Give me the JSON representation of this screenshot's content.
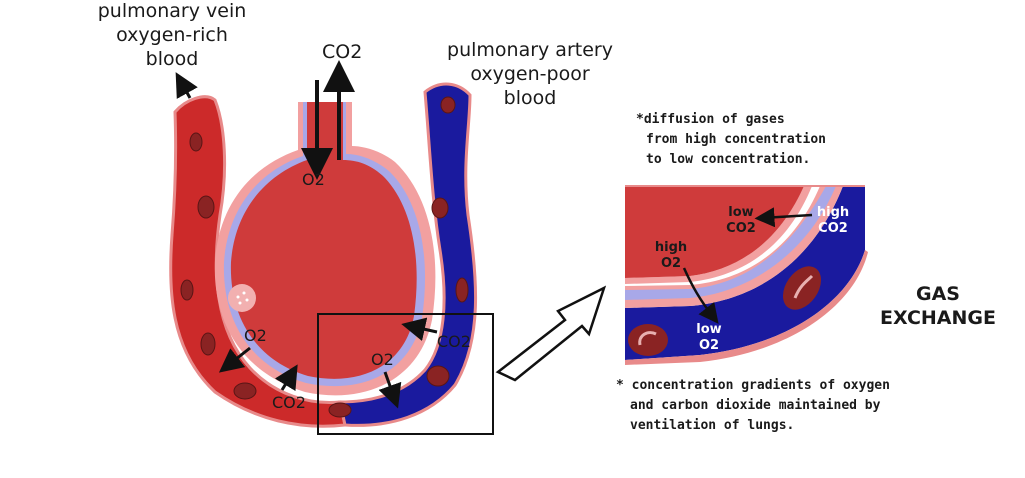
{
  "labels": {
    "pulmonary_vein": [
      "pulmonary vein",
      "oxygen-rich",
      "blood"
    ],
    "pulmonary_artery": [
      "pulmonary artery",
      "oxygen-poor",
      "blood"
    ],
    "top_co2": "CO2",
    "top_o2": "O2",
    "left_o2": "O2",
    "left_co2": "CO2",
    "mid_o2": "O2",
    "mid_co2": "CO2",
    "inset_low_co2": [
      "low",
      "CO2"
    ],
    "inset_high_co2": [
      "high",
      "CO2"
    ],
    "inset_high_o2": [
      "high",
      "O2"
    ],
    "inset_low_o2": [
      "low",
      "O2"
    ],
    "gas_exchange": [
      "GAS",
      "EXCHANGE"
    ],
    "note_diffusion": [
      "*diffusion of gases",
      "from high concentration",
      "to low concentration."
    ],
    "note_gradients": [
      "* concentration gradients of oxygen",
      "and carbon dioxide maintained by",
      "ventilation of lungs."
    ]
  },
  "colors": {
    "oxygen_rich_blood": "#cc2a2a",
    "oxygen_poor_blood": "#1a1a9e",
    "alveolus_fill": "#cf3b3b",
    "membrane_pink": "#f2a0a0",
    "membrane_lilac": "#a8a8e8",
    "red_cell": "#8a2323"
  }
}
